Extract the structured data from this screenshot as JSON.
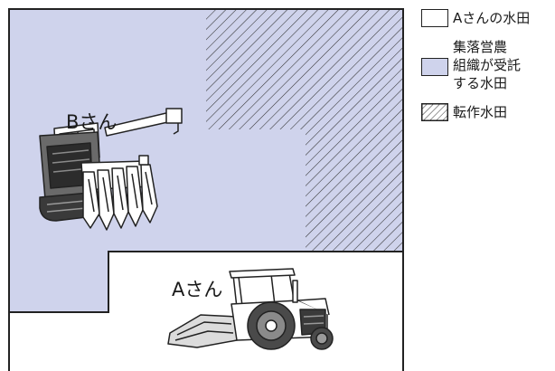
{
  "labels": {
    "person_b": "Bさん",
    "person_a": "Aさん"
  },
  "legend": {
    "a_field": "Aさんの水田",
    "b_field_lines": [
      "集落営農",
      "組織が受託",
      "する水田"
    ],
    "converted": "転作水田"
  },
  "colors": {
    "a_field": "#ffffff",
    "b_field": "#cfd3ec",
    "converted_hatch": "#333333",
    "outline": "#222222"
  }
}
